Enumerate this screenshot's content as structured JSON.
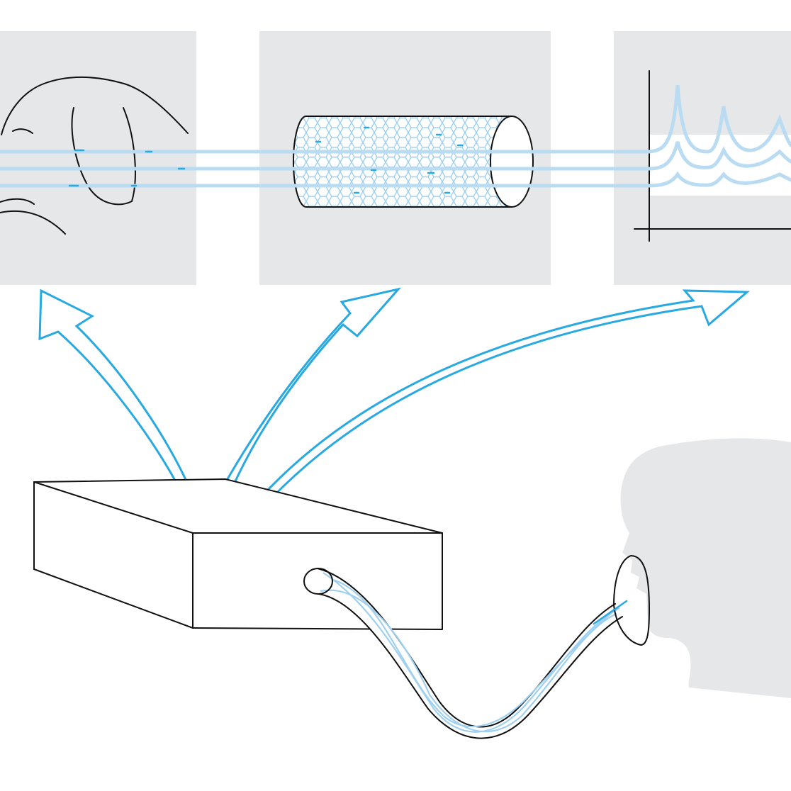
{
  "figure": {
    "panels": [
      {
        "id": "panel-animal",
        "content": "dog-head-icon"
      },
      {
        "id": "panel-nanotube",
        "content": "carbon-nanotube-icon"
      },
      {
        "id": "panel-spectrum",
        "content": "spectrum-chart-icon"
      }
    ],
    "device": {
      "icon": "sensor-box-icon"
    },
    "person": {
      "icon": "person-silhouette-icon"
    },
    "colors": {
      "panel_background": "#e6e7e9",
      "accent_blue": "#29a9e1",
      "light_blue": "#b9dcf3",
      "line": "#111111"
    }
  }
}
